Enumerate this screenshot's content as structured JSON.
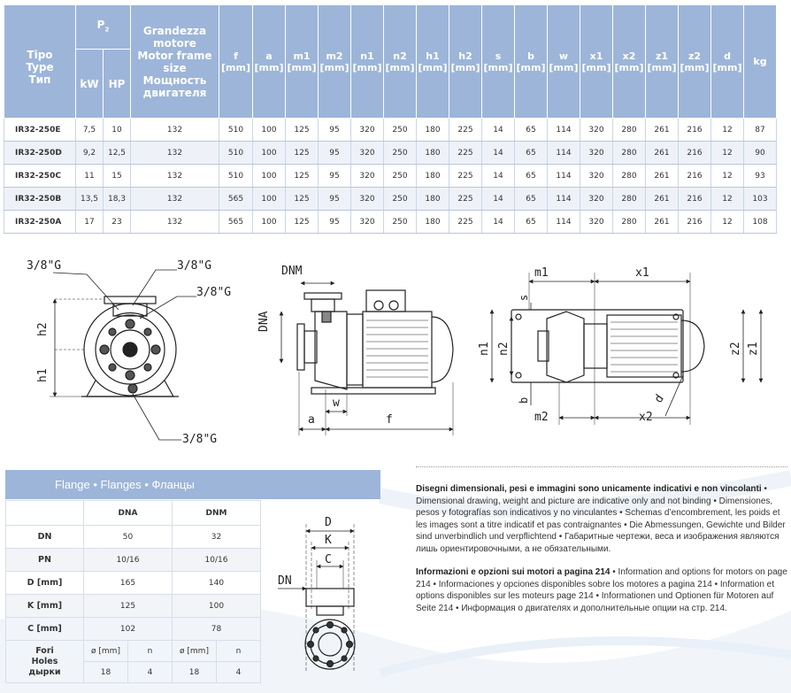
{
  "main_table": {
    "headers": {
      "type": [
        "Tipo",
        "Type",
        "Тип"
      ],
      "p2": "P",
      "p2_sub": "2",
      "kw": "kW",
      "hp": "HP",
      "motor": [
        "Grandezza",
        "motore",
        "Motor frame",
        "size",
        "Мощность",
        "двигателя"
      ],
      "dims": [
        {
          "name": "f",
          "unit": "[mm]"
        },
        {
          "name": "a",
          "unit": "[mm]"
        },
        {
          "name": "m1",
          "unit": "[mm]"
        },
        {
          "name": "m2",
          "unit": "[mm]"
        },
        {
          "name": "n1",
          "unit": "[mm]"
        },
        {
          "name": "n2",
          "unit": "[mm]"
        },
        {
          "name": "h1",
          "unit": "[mm]"
        },
        {
          "name": "h2",
          "unit": "[mm]"
        },
        {
          "name": "s",
          "unit": "[mm]"
        },
        {
          "name": "b",
          "unit": "[mm]"
        },
        {
          "name": "w",
          "unit": "[mm]"
        },
        {
          "name": "x1",
          "unit": "[mm]"
        },
        {
          "name": "x2",
          "unit": "[mm]"
        },
        {
          "name": "z1",
          "unit": "[mm]"
        },
        {
          "name": "z2",
          "unit": "[mm]"
        },
        {
          "name": "d",
          "unit": "[mm]"
        }
      ],
      "kg": "kg"
    },
    "rows": [
      [
        "IR32-250E",
        "7,5",
        "10",
        "132",
        "510",
        "100",
        "125",
        "95",
        "320",
        "250",
        "180",
        "225",
        "14",
        "65",
        "114",
        "320",
        "280",
        "261",
        "216",
        "12",
        "87"
      ],
      [
        "IR32-250D",
        "9,2",
        "12,5",
        "132",
        "510",
        "100",
        "125",
        "95",
        "320",
        "250",
        "180",
        "225",
        "14",
        "65",
        "114",
        "320",
        "280",
        "261",
        "216",
        "12",
        "90"
      ],
      [
        "IR32-250C",
        "11",
        "15",
        "132",
        "510",
        "100",
        "125",
        "95",
        "320",
        "250",
        "180",
        "225",
        "14",
        "65",
        "114",
        "320",
        "280",
        "261",
        "216",
        "12",
        "93"
      ],
      [
        "IR32-250B",
        "13,5",
        "18,3",
        "132",
        "565",
        "100",
        "125",
        "95",
        "320",
        "250",
        "180",
        "225",
        "14",
        "65",
        "114",
        "320",
        "280",
        "261",
        "216",
        "12",
        "103"
      ],
      [
        "IR32-250A",
        "17",
        "23",
        "132",
        "565",
        "100",
        "125",
        "95",
        "320",
        "250",
        "180",
        "225",
        "14",
        "65",
        "114",
        "320",
        "280",
        "261",
        "216",
        "12",
        "108"
      ]
    ]
  },
  "drawing_labels": {
    "g38": "3/8\"G",
    "h1": "h1",
    "h2": "h2",
    "dnm": "DNM",
    "dna": "DNA",
    "a": "a",
    "w": "w",
    "f": "f",
    "m1": "m1",
    "x1": "x1",
    "s": "s",
    "n1": "n1",
    "n2": "n2",
    "b": "b",
    "m2": "m2",
    "x2": "x2",
    "d": "d",
    "z1": "z1",
    "z2": "z2",
    "D": "D",
    "K": "K",
    "C": "C",
    "DN": "DN"
  },
  "flange": {
    "title": "Flange • Flanges • Фланцы",
    "col_dna": "DNA",
    "col_dnm": "DNM",
    "rows": [
      {
        "label": "DN",
        "dna": "50",
        "dnm": "32"
      },
      {
        "label": "PN",
        "dna": "10/16",
        "dnm": "10/16"
      },
      {
        "label": "D [mm]",
        "dna": "165",
        "dnm": "140"
      },
      {
        "label": "K [mm]",
        "dna": "125",
        "dnm": "100"
      },
      {
        "label": "C [mm]",
        "dna": "102",
        "dnm": "78"
      }
    ],
    "holes_label": [
      "Fori",
      "Holes",
      "дырки"
    ],
    "holes_sub": {
      "diam": "ø [mm]",
      "n": "n"
    },
    "holes_vals": {
      "dna_diam": "18",
      "dna_n": "4",
      "dnm_diam": "18",
      "dnm_n": "4"
    }
  },
  "notes": {
    "p1_bold": "Disegni dimensionali, pesi e immagini sono unicamente indicativi e non vincolanti",
    "p1_rest": " • Dimensional drawing, weight and picture are indicative only and not binding • Dimensiones, pesos y fotografías son indicativos y no vinculantes • Schemas d’encombrement, les poids et les images sont a titre indicatif et pas contraignantes • Die Abmessungen, Gewichte und Bilder sind unverbindlich und verpflichtend • Габаритные чертежи, веса и изображения являются лишь ориентировочными, а не обязательными.",
    "p2_bold": "Informazioni e opzioni sui motori a pagina 214",
    "p2_rest": " • Information and options for motors on page 214 • Informaciones y opciones disponibles sobre los motores a pagina 214 • Information et options disponibles sur les moteurs page 214 • Informationen und Optionen für Motoren auf Seite 214 • Информация о двигателях и дополнительные опции на стр. 214."
  }
}
